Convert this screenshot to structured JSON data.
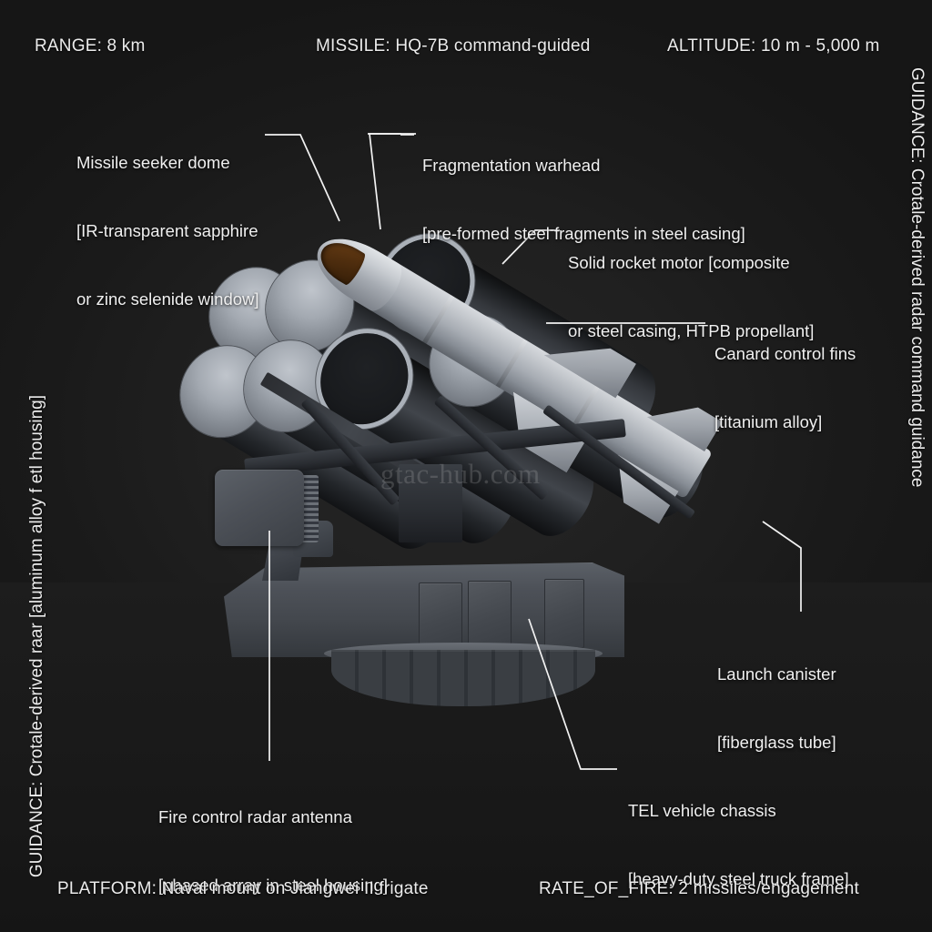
{
  "spec_strips": {
    "range": "RANGE: 8 km",
    "missile": "MISSILE: HQ-7B command-guided",
    "altitude": "ALTITUDE: 10 m - 5,000 m",
    "platform": "PLATFORM: Naval mount on Jiangwei II frigate",
    "rate_of_fire": "RATE_OF_FIRE: 2 missiles/engagement",
    "guidance_right": "GUIDANCE: Crotale-derived radar command guidance",
    "guidance_left": "GUIDANCE: Crotale-derived raar [aluminum alloy f etl housing]"
  },
  "callouts": [
    {
      "id": "missile-seeker-dome",
      "title": "Missile seeker dome",
      "detail_line_1": "[IR-transparent sapphire",
      "detail_line_2": "or zinc selenide window]"
    },
    {
      "id": "fragmentation-warhead",
      "title": "Fragmentation warhead",
      "detail_line_1": "[pre-formed steel fragments in steel casing]"
    },
    {
      "id": "solid-rocket-motor",
      "title": "Solid rocket motor [composite",
      "detail_line_1": "or steel casing, HTPB propellant]"
    },
    {
      "id": "canard-control-fins",
      "title": "Canard control fins",
      "detail_line_1": "[titanium alloy]"
    },
    {
      "id": "launch-canister",
      "title": "Launch canister",
      "detail_line_1": "[fiberglass tube]"
    },
    {
      "id": "tel-vehicle-chassis",
      "title": "TEL vehicle chassis",
      "detail_line_1": "[heavy-duty steel truck frame]"
    },
    {
      "id": "fire-control-radar-antenna",
      "title": "Fire control radar antenna",
      "detail_line_1": "[phased array in steel housing]"
    }
  ],
  "watermark": "gtac-hub.com",
  "colors": {
    "background": "#1c1c1c",
    "text": "#ececec",
    "leader_line": "#f2f2f2",
    "missile_body": "#a8adb4",
    "seeker_dome": "#53300f",
    "launcher_metal": "#43474d"
  }
}
